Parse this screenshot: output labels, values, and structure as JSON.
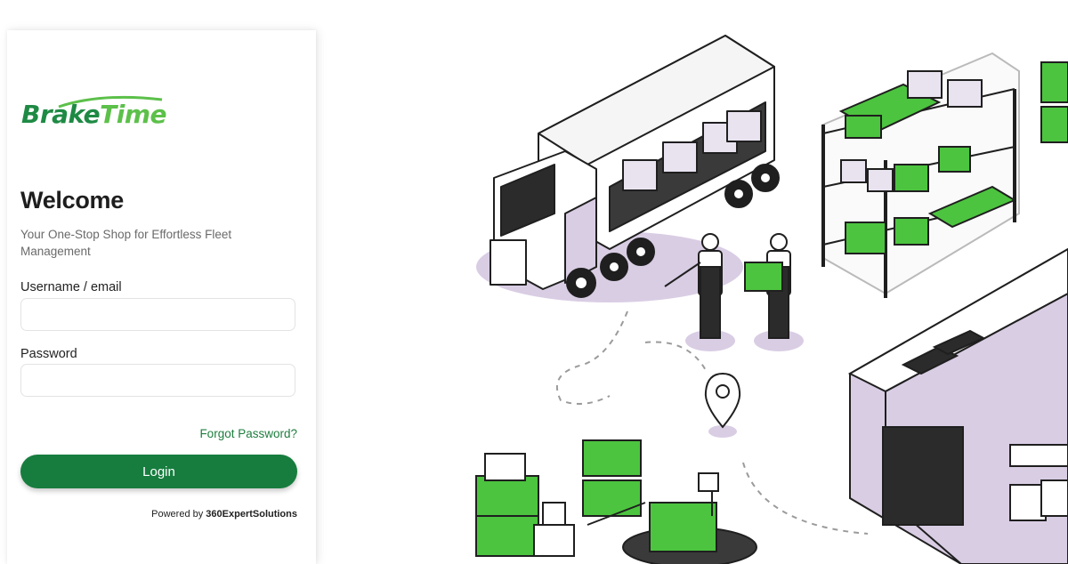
{
  "brand": {
    "part1": "Brake",
    "part2": "Time"
  },
  "login": {
    "title": "Welcome",
    "subtitle": "Your One-Stop Shop for Effortless Fleet Management",
    "username_label": "Username / email",
    "username_value": "",
    "password_label": "Password",
    "password_value": "",
    "forgot_label": "Forgot Password?",
    "login_label": "Login",
    "powered_prefix": "Powered by",
    "powered_company": "360ExpertSolutions"
  },
  "colors": {
    "primary": "#167d3e",
    "brand_dark": "#1e8a44",
    "brand_light": "#5cc04a",
    "box_green": "#4cc43f",
    "accent_lavender": "#d9cde4"
  },
  "illustration": {
    "icons": [
      "delivery-truck-icon",
      "warehouse-shelf-icon",
      "warehouse-worker-icon",
      "location-pin-icon",
      "pallet-jack-icon",
      "warehouse-building-icon"
    ]
  }
}
